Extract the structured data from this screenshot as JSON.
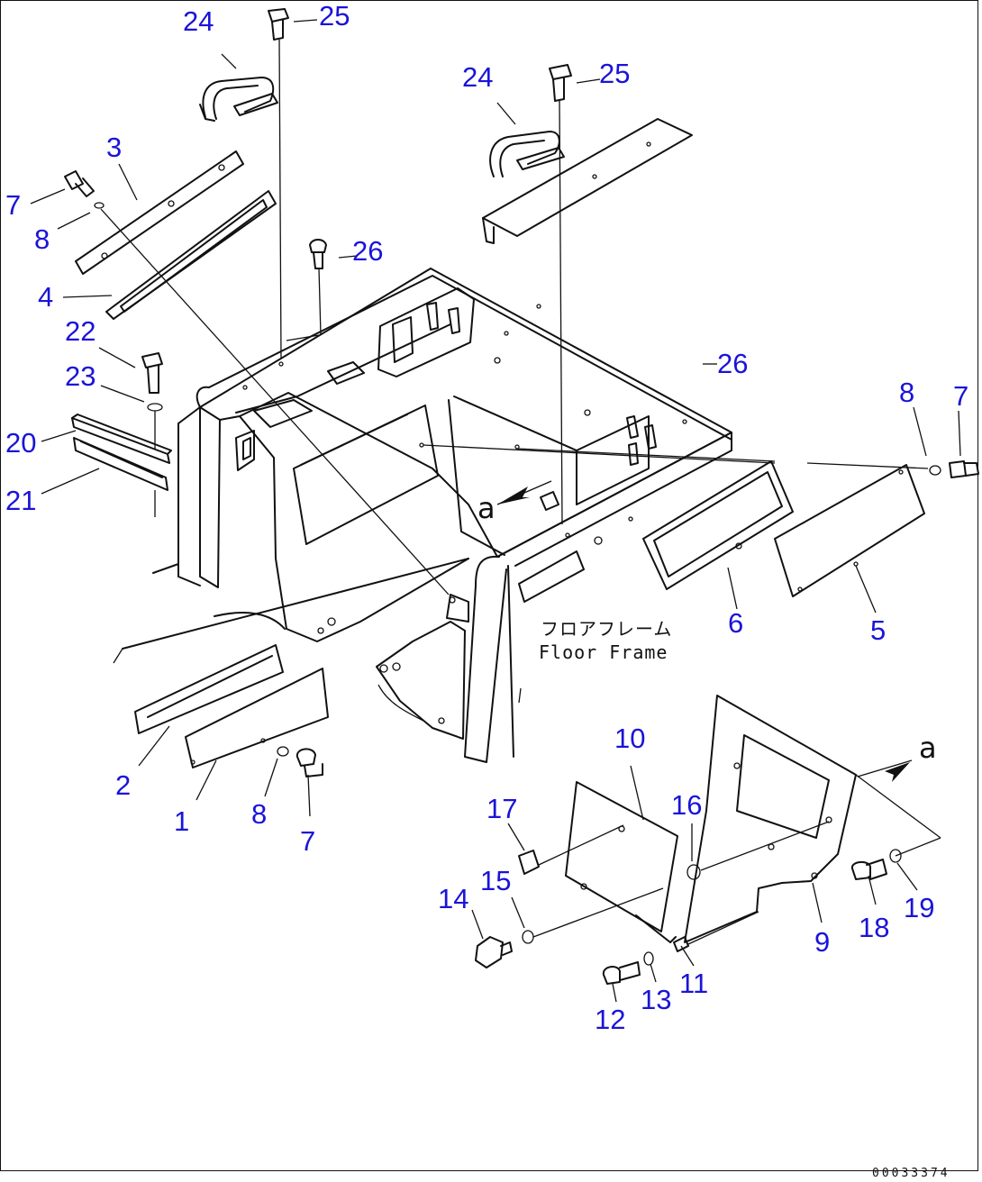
{
  "diagram": {
    "callouts": [
      {
        "id": "c24a",
        "text": "24"
      },
      {
        "id": "c25a",
        "text": "25"
      },
      {
        "id": "c24b",
        "text": "24"
      },
      {
        "id": "c25b",
        "text": "25"
      },
      {
        "id": "c3",
        "text": "3"
      },
      {
        "id": "c7a",
        "text": "7"
      },
      {
        "id": "c8a",
        "text": "8"
      },
      {
        "id": "c4",
        "text": "4"
      },
      {
        "id": "c26a",
        "text": "26"
      },
      {
        "id": "c22",
        "text": "22"
      },
      {
        "id": "c23",
        "text": "23"
      },
      {
        "id": "c20",
        "text": "20"
      },
      {
        "id": "c21",
        "text": "21"
      },
      {
        "id": "c26b",
        "text": "26"
      },
      {
        "id": "c8b",
        "text": "8"
      },
      {
        "id": "c7b",
        "text": "7"
      },
      {
        "id": "c6",
        "text": "6"
      },
      {
        "id": "c5",
        "text": "5"
      },
      {
        "id": "c10",
        "text": "10"
      },
      {
        "id": "c2",
        "text": "2"
      },
      {
        "id": "c1",
        "text": "1"
      },
      {
        "id": "c8c",
        "text": "8"
      },
      {
        "id": "c7c",
        "text": "7"
      },
      {
        "id": "c17",
        "text": "17"
      },
      {
        "id": "c16",
        "text": "16"
      },
      {
        "id": "c15",
        "text": "15"
      },
      {
        "id": "c14",
        "text": "14"
      },
      {
        "id": "c18",
        "text": "18"
      },
      {
        "id": "c19",
        "text": "19"
      },
      {
        "id": "c9",
        "text": "9"
      },
      {
        "id": "c11",
        "text": "11"
      },
      {
        "id": "c13",
        "text": "13"
      },
      {
        "id": "c12",
        "text": "12"
      }
    ],
    "view_marker_upper": "a",
    "view_marker_lower": "a",
    "frame_label_jp": "フロアフレーム",
    "frame_label_en": "Floor Frame",
    "drawing_number": "00033374"
  }
}
